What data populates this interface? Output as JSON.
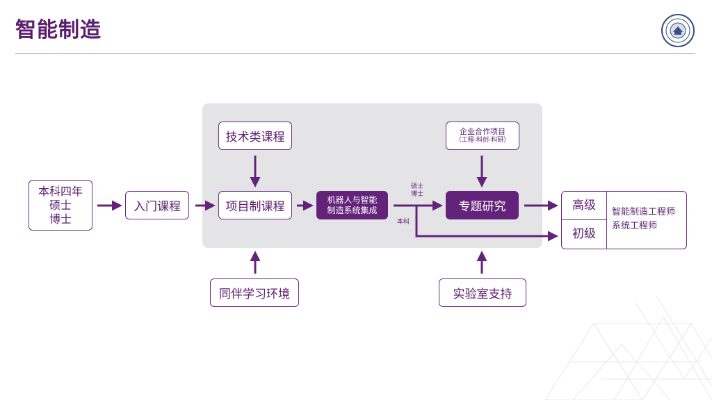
{
  "title": "智能制造",
  "colors": {
    "primary": "#63237a",
    "panel": "#e4e4e6",
    "rule": "#9a9a9a"
  },
  "logo": {
    "icon": "university-seal-icon"
  },
  "diagram": {
    "start": [
      "本科四年",
      "硕士",
      "博士"
    ],
    "intro": "入门课程",
    "tech": "技术类课程",
    "project": "项目制课程",
    "robot": [
      "机器人与智能",
      "制造系统集成"
    ],
    "enterprise": [
      "企业合作项目",
      "（工程-科创-科研）"
    ],
    "special": "专题研究",
    "peer": "同伴学习环境",
    "lab": "实验室支持",
    "master_phd": [
      "硕士",
      "博士"
    ],
    "undergrad": "本科",
    "senior": "高级",
    "junior": "初级",
    "outcome": [
      "智能制造工程师",
      "系统工程师"
    ]
  }
}
